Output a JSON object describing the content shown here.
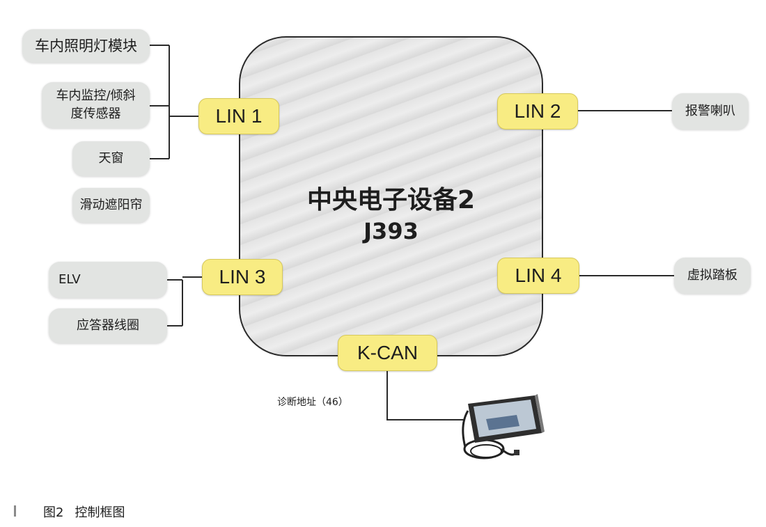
{
  "ecu": {
    "title": "中央电子设备2",
    "code": "J393"
  },
  "buses": {
    "lin1": "LIN 1",
    "lin2": "LIN 2",
    "lin3": "LIN 3",
    "lin4": "LIN 4",
    "kcan": "K-CAN"
  },
  "devices": {
    "interior_light": "车内照明灯模块",
    "monitor_sensor_line1": "车内监控/倾斜",
    "monitor_sensor_line2": "度传感器",
    "sunroof": "天窗",
    "sunshade": "滑动遮阳帘",
    "elv": "ELV",
    "transponder": "应答器线圈",
    "horn": "报警喇叭",
    "virtual_pedal": "虚拟踏板"
  },
  "diagnostic_address": "诊断地址（46）",
  "caption": {
    "figure": "图2",
    "text": "控制框图"
  },
  "colors": {
    "bus_fill": "#f8ec83",
    "device_fill": "#e2e4e2",
    "ecu_fill": "#e4e4e4"
  }
}
